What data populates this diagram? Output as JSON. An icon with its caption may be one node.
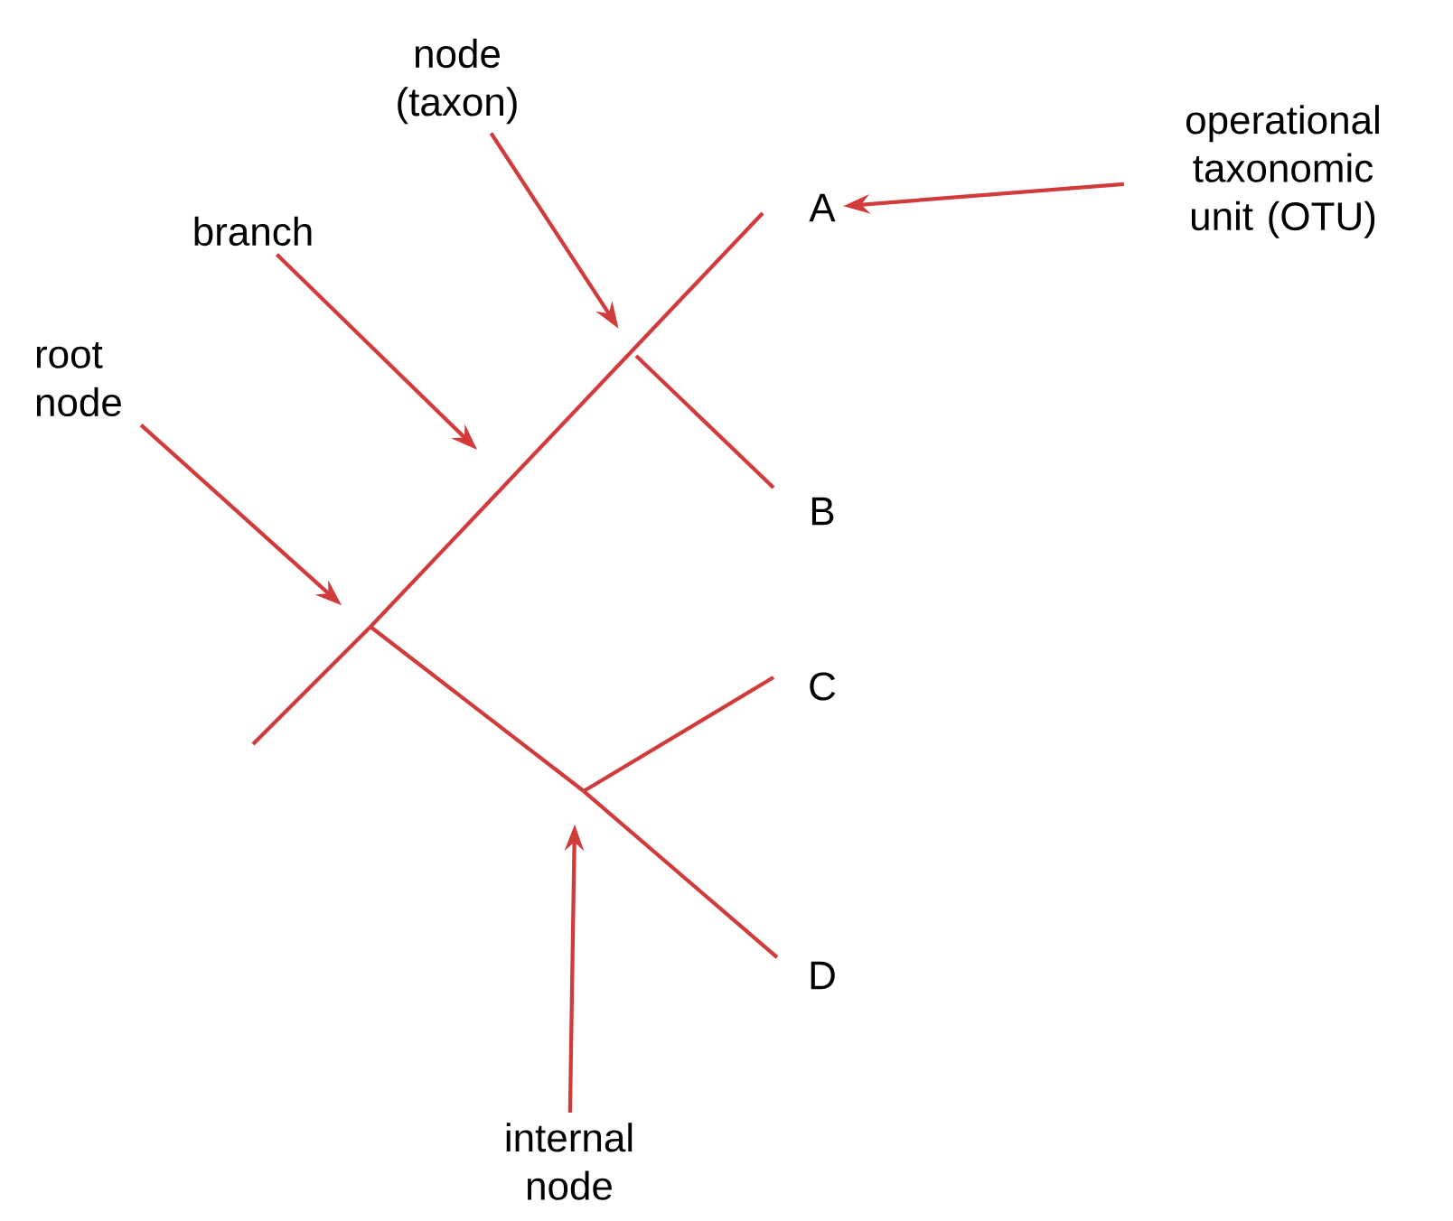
{
  "diagram": {
    "nodes": [
      {
        "text": [
          "node (taxon)"
        ]
      },
      {
        "text": [
          "operational taxonomic unit (OTU)"
        ]
      },
      {
        "text": [
          "branch"
        ]
      },
      {
        "text": [
          "root node"
        ]
      },
      {
        "text": [
          "A"
        ]
      },
      {
        "text": [
          "B"
        ]
      },
      {
        "text": [
          "C"
        ]
      },
      {
        "text": [
          "D"
        ]
      },
      {
        "text": [
          "internal node"
        ]
      }
    ],
    "edges": [
      {
        "from": 0,
        "to": null,
        "arrow": "to"
      },
      {
        "from": 1,
        "to": 4,
        "arrow": "to"
      },
      {
        "from": 2,
        "to": null,
        "arrow": "to"
      },
      {
        "from": 3,
        "to": null,
        "arrow": "to"
      },
      {
        "from": 8,
        "to": null,
        "arrow": "to"
      }
    ]
  }
}
